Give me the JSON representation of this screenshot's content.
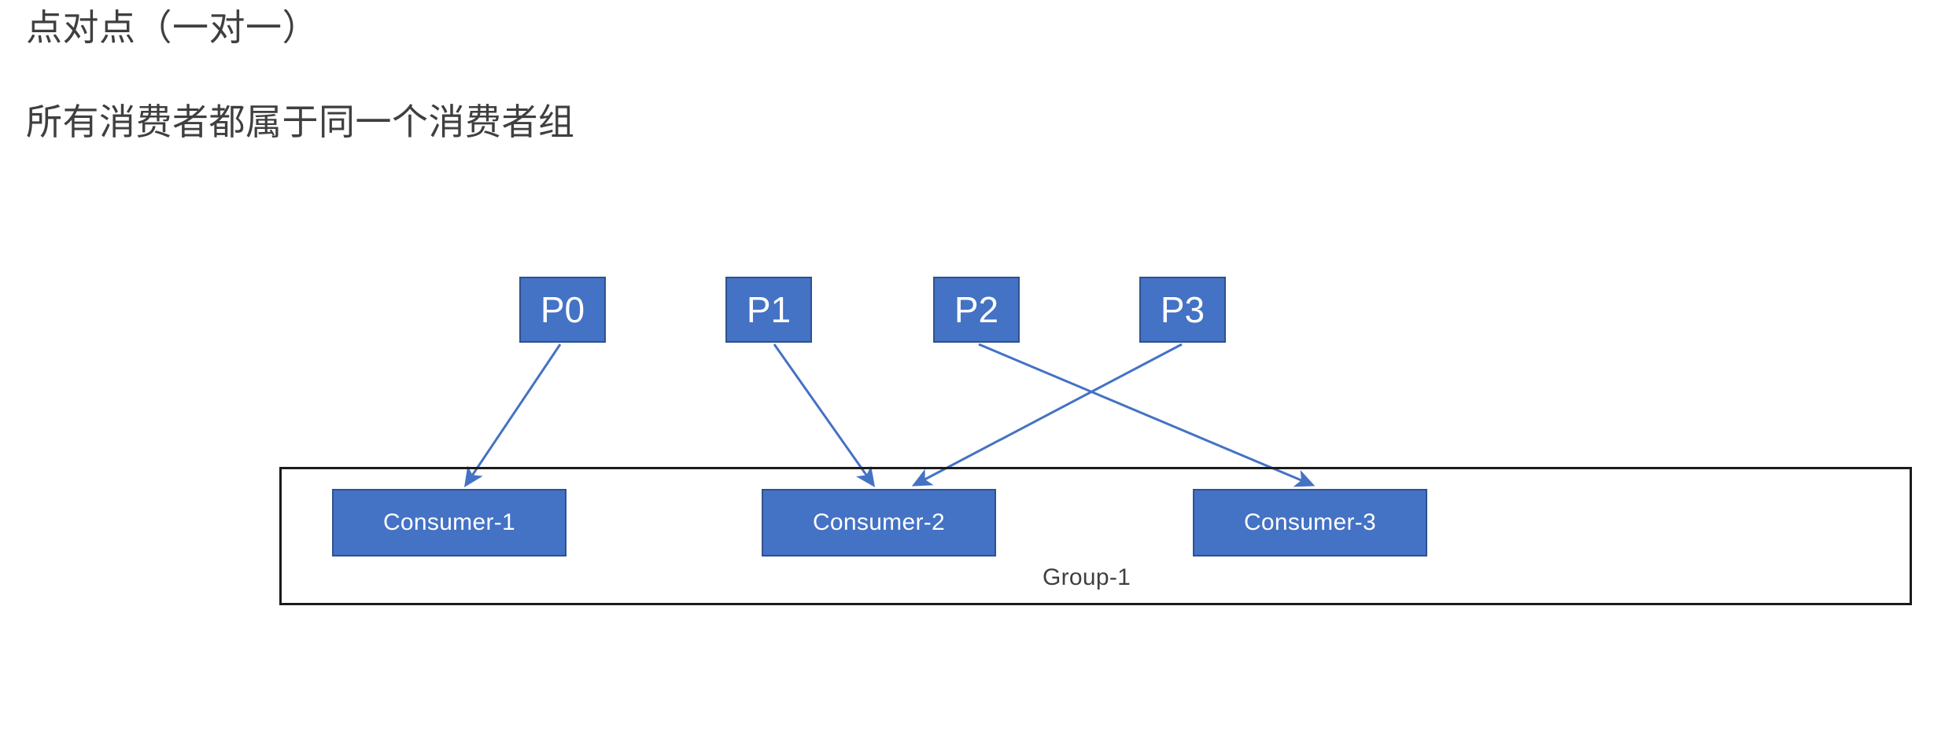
{
  "page": {
    "title_line": "点对点（一对一）",
    "subtitle_line": "所有消费者都属于同一个消费者组",
    "background_color": "#ffffff",
    "text_color": "#3f3f3f"
  },
  "theme": {
    "node_fill": "#4472c4",
    "node_border": "#2f528f",
    "node_text": "#ffffff",
    "connector_color": "#4472c4",
    "group_border": "#1b1b1b"
  },
  "diagram": {
    "type": "point-to-point message queue topology",
    "partitions": [
      {
        "id": "p0",
        "label": "P0"
      },
      {
        "id": "p1",
        "label": "P1"
      },
      {
        "id": "p2",
        "label": "P2"
      },
      {
        "id": "p3",
        "label": "P3"
      }
    ],
    "group": {
      "label": "Group-1",
      "consumers": [
        {
          "id": "consumer-1",
          "label": "Consumer-1"
        },
        {
          "id": "consumer-2",
          "label": "Consumer-2"
        },
        {
          "id": "consumer-3",
          "label": "Consumer-3"
        }
      ]
    },
    "connections": [
      {
        "from": "P0",
        "to": "Consumer-1"
      },
      {
        "from": "P1",
        "to": "Consumer-2"
      },
      {
        "from": "P2",
        "to": "Consumer-3"
      },
      {
        "from": "P3",
        "to": "Consumer-2"
      }
    ]
  }
}
